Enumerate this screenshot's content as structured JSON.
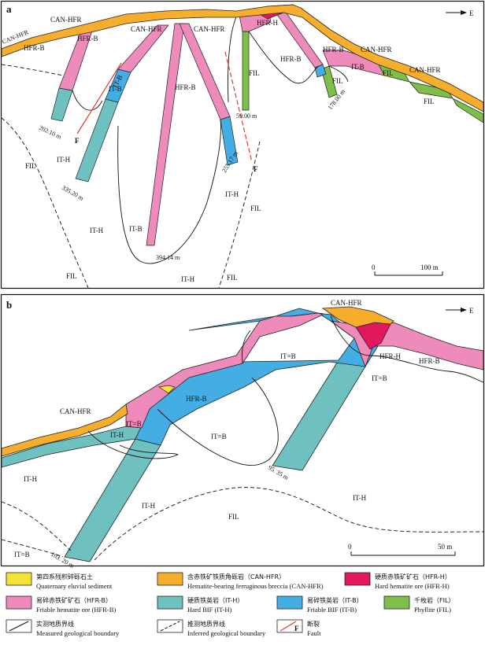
{
  "colors": {
    "quaternary": "#f4e33a",
    "can_hfr": "#f6ae2c",
    "hfr_h": "#e2175d",
    "hfr_b": "#ef8bbb",
    "it_h": "#6fc1bf",
    "it_b": "#44aee4",
    "fil": "#7dbf4a",
    "fault": "#e33b2e"
  },
  "panel_a": {
    "letter": "a",
    "east": "E",
    "labels": {
      "can_hfr_1": "CAN-HFR",
      "can_hfr_2": "CAN-HFR",
      "can_hfr_3": "CAN-HFR",
      "can_hfr_4": "CAN-HFR",
      "can_hfr_5": "CAN-HFR",
      "can_hfr_6": "CAN-HFR",
      "hfr_h": "HFR-H",
      "hfr_b_1": "HFR-B",
      "hfr_b_2": "HFR-B",
      "hfr_b_3": "HFR-B",
      "hfr_b_4": "HFR-B",
      "hfr_b_5": "HFR-B",
      "it_b_1": "IT-B",
      "it_b_2": "IT-B",
      "it_b_3": "IT-B",
      "it_b_4": "IT-B",
      "it_h_1": "IT-H",
      "it_h_2": "IT-H",
      "it_h_3": "IT-H",
      "it_h_4": "IT-H",
      "fil_1": "FIL",
      "fil_2": "FIL",
      "fil_3": "FIL",
      "fil_4": "FIL",
      "fil_5": "FIL",
      "fil_6": "FIL",
      "fil_7": "FIL",
      "fil_8": "FIL",
      "fault_1": "F",
      "fault_2": "F"
    },
    "depths": {
      "d1": "202.10 m",
      "d2": "335.20 m",
      "d3": "394.14 m",
      "d4": "255.17 m",
      "d5": "59.00 m",
      "d6": "178.00 m"
    },
    "scale": {
      "zero": "0",
      "max": "100 m"
    }
  },
  "panel_b": {
    "letter": "b",
    "east": "E",
    "labels": {
      "can_hfr_1": "CAN-HFR",
      "can_hfr_2": "CAN-HFR",
      "hfr_b_1": "HFR-B",
      "hfr_b_2": "HFR-B",
      "hfr_h": "HFR-H",
      "it_b_1": "IT=B",
      "it_b_2": "IT=B",
      "it_b_3": "IT=B",
      "it_b_4": "IT=B",
      "it_b_5": "IT=B",
      "it_h_1": "IT-H",
      "it_h_2": "IT-H",
      "it_h_3": "IT-H",
      "it_h_4": "IT-H",
      "fil_1": "FIL"
    },
    "depths": {
      "d1": "103. 20 m",
      "d2": "95. 35 m"
    },
    "scale": {
      "zero": "0",
      "max": "50 m"
    }
  },
  "legend": {
    "quaternary": {
      "cn": "第四系残积碎砾石土",
      "en": "Quaternary eluvial sediment"
    },
    "can_hfr": {
      "cn": "含赤铁矿铁质角砾岩（CAN-HFR）",
      "en": "Hematite-bearing ferruginous breccia (CAN-HFR)"
    },
    "hfr_h": {
      "cn": "硬质赤铁矿矿石（HFR-H）",
      "en": "Hard hematite ore (HFR-H)"
    },
    "hfr_b": {
      "cn": "易碎赤铁矿矿石（HFR-B）",
      "en": "Friable hematite ore (HFR-B)"
    },
    "it_h": {
      "cn": "硬质铁英岩（IT-H）",
      "en": "Hard BIF (IT-H)"
    },
    "it_b": {
      "cn": "易碎铁英岩（IT-B）",
      "en": "Friable BIF (IT-B)"
    },
    "fil": {
      "cn": "千枚岩（FIL）",
      "en": "Phyllite (FIL)"
    },
    "measured": {
      "cn": "实测地质界线",
      "en": "Measured geological boundary"
    },
    "inferred": {
      "cn": "推测地质界线",
      "en": "Inferred geological boundary"
    },
    "fault": {
      "cn": "断裂",
      "en": "Fault"
    },
    "fault_symbol": "F"
  }
}
